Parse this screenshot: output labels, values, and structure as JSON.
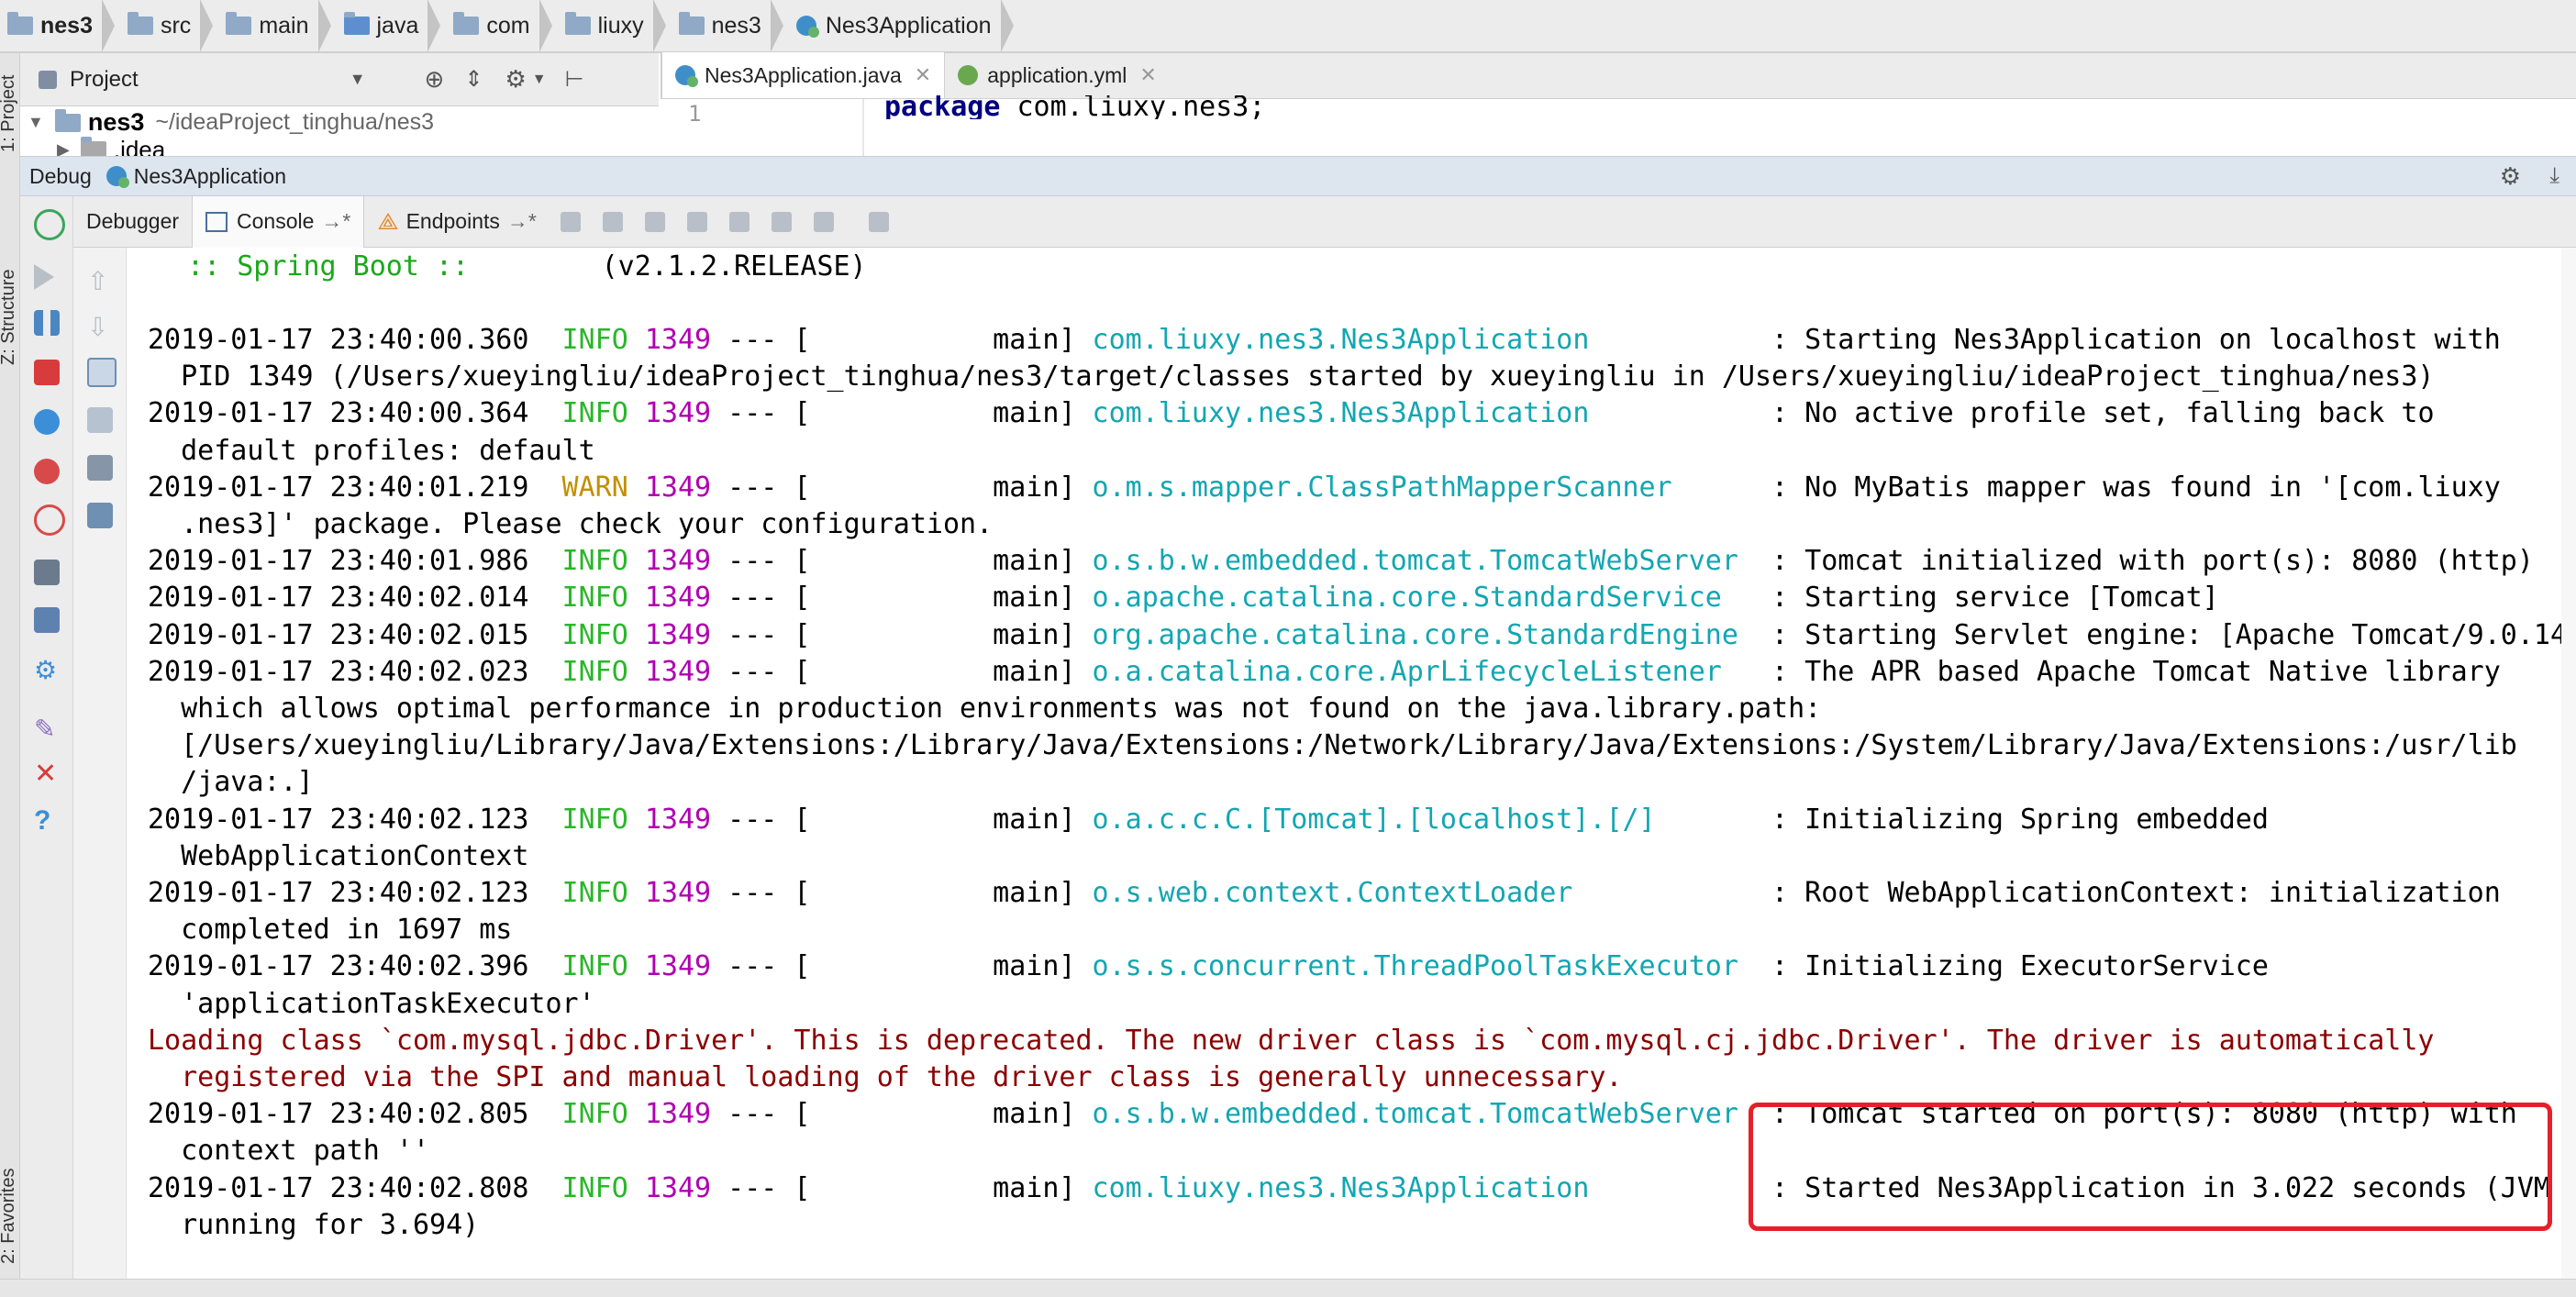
{
  "breadcrumb": [
    "nes3",
    "src",
    "main",
    "java",
    "com",
    "liuxy",
    "nes3",
    "Nes3Application"
  ],
  "project_panel": {
    "title": "Project",
    "root_name": "nes3",
    "root_path": "~/ideaProject_tinghua/nes3",
    "child": ".idea"
  },
  "left_strip": {
    "project": "1: Project",
    "structure": "Z: Structure",
    "favorites": "2: Favorites"
  },
  "editor_tabs": [
    {
      "label": "Nes3Application.java",
      "active": true
    },
    {
      "label": "application.yml",
      "active": false
    }
  ],
  "editor": {
    "line_number": "1",
    "code_keyword": "package",
    "code_rest": " com.liuxy.nes3;"
  },
  "debug_bar": {
    "label": "Debug",
    "config": "Nes3Application"
  },
  "debug_tabs": [
    {
      "label": "Debugger",
      "active": false
    },
    {
      "label": "Console",
      "active": true
    },
    {
      "label": "Endpoints",
      "active": false
    }
  ],
  "console_lines": [
    {
      "segs": [
        {
          "t": " \\\\/  ___)| |_)| | | | | || (_| |  ) ) ) )",
          "c": ""
        }
      ]
    },
    {
      "segs": [
        {
          "t": "  '  |____| .__|_| |_|_| |_\\__, | / / / /",
          "c": ""
        }
      ]
    },
    {
      "segs": [
        {
          "t": " =========|_|==============|___/=/_/_/_/",
          "c": ""
        }
      ]
    },
    {
      "segs": [
        {
          "t": " :: Spring Boot ::",
          "c": "boot"
        },
        {
          "t": "        (v2.1.2.RELEASE)",
          "c": ""
        }
      ]
    },
    {
      "segs": [
        {
          "t": "",
          "c": ""
        }
      ]
    },
    {
      "segs": [
        {
          "t": "2019-01-17 23:40:00.360  ",
          "c": ""
        },
        {
          "t": "INFO",
          "c": "info"
        },
        {
          "t": " ",
          "c": ""
        },
        {
          "t": "1349",
          "c": "pid"
        },
        {
          "t": " --- [           main] ",
          "c": ""
        },
        {
          "t": "com.liuxy.nes3.Nes3Application          ",
          "c": "logger"
        },
        {
          "t": " : Starting Nes3Application on localhost with",
          "c": ""
        }
      ]
    },
    {
      "segs": [
        {
          "t": "  PID 1349 (/Users/xueyingliu/ideaProject_tinghua/nes3/target/classes started by xueyingliu in /Users/xueyingliu/ideaProject_tinghua/nes3)",
          "c": ""
        }
      ]
    },
    {
      "segs": [
        {
          "t": "2019-01-17 23:40:00.364  ",
          "c": ""
        },
        {
          "t": "INFO",
          "c": "info"
        },
        {
          "t": " ",
          "c": ""
        },
        {
          "t": "1349",
          "c": "pid"
        },
        {
          "t": " --- [           main] ",
          "c": ""
        },
        {
          "t": "com.liuxy.nes3.Nes3Application          ",
          "c": "logger"
        },
        {
          "t": " : No active profile set, falling back to",
          "c": ""
        }
      ]
    },
    {
      "segs": [
        {
          "t": "  default profiles: default",
          "c": ""
        }
      ]
    },
    {
      "segs": [
        {
          "t": "2019-01-17 23:40:01.219  ",
          "c": ""
        },
        {
          "t": "WARN",
          "c": "warn"
        },
        {
          "t": " ",
          "c": ""
        },
        {
          "t": "1349",
          "c": "pid"
        },
        {
          "t": " --- [           main] ",
          "c": ""
        },
        {
          "t": "o.m.s.mapper.ClassPathMapperScanner     ",
          "c": "logger"
        },
        {
          "t": " : No MyBatis mapper was found in '[com.liuxy",
          "c": ""
        }
      ]
    },
    {
      "segs": [
        {
          "t": "  .nes3]' package. Please check your configuration.",
          "c": ""
        }
      ]
    },
    {
      "segs": [
        {
          "t": "2019-01-17 23:40:01.986  ",
          "c": ""
        },
        {
          "t": "INFO",
          "c": "info"
        },
        {
          "t": " ",
          "c": ""
        },
        {
          "t": "1349",
          "c": "pid"
        },
        {
          "t": " --- [           main] ",
          "c": ""
        },
        {
          "t": "o.s.b.w.embedded.tomcat.TomcatWebServer ",
          "c": "logger"
        },
        {
          "t": " : Tomcat initialized with port(s): 8080 (http)",
          "c": ""
        }
      ]
    },
    {
      "segs": [
        {
          "t": "2019-01-17 23:40:02.014  ",
          "c": ""
        },
        {
          "t": "INFO",
          "c": "info"
        },
        {
          "t": " ",
          "c": ""
        },
        {
          "t": "1349",
          "c": "pid"
        },
        {
          "t": " --- [           main] ",
          "c": ""
        },
        {
          "t": "o.apache.catalina.core.StandardService  ",
          "c": "logger"
        },
        {
          "t": " : Starting service [Tomcat]",
          "c": ""
        }
      ]
    },
    {
      "segs": [
        {
          "t": "2019-01-17 23:40:02.015  ",
          "c": ""
        },
        {
          "t": "INFO",
          "c": "info"
        },
        {
          "t": " ",
          "c": ""
        },
        {
          "t": "1349",
          "c": "pid"
        },
        {
          "t": " --- [           main] ",
          "c": ""
        },
        {
          "t": "org.apache.catalina.core.StandardEngine ",
          "c": "logger"
        },
        {
          "t": " : Starting Servlet engine: [Apache Tomcat/9.0.14]",
          "c": ""
        }
      ]
    },
    {
      "segs": [
        {
          "t": "2019-01-17 23:40:02.023  ",
          "c": ""
        },
        {
          "t": "INFO",
          "c": "info"
        },
        {
          "t": " ",
          "c": ""
        },
        {
          "t": "1349",
          "c": "pid"
        },
        {
          "t": " --- [           main] ",
          "c": ""
        },
        {
          "t": "o.a.catalina.core.AprLifecycleListener  ",
          "c": "logger"
        },
        {
          "t": " : The APR based Apache Tomcat Native library",
          "c": ""
        }
      ]
    },
    {
      "segs": [
        {
          "t": "  which allows optimal performance in production environments was not found on the java.library.path:",
          "c": ""
        }
      ]
    },
    {
      "segs": [
        {
          "t": "  [/Users/xueyingliu/Library/Java/Extensions:/Library/Java/Extensions:/Network/Library/Java/Extensions:/System/Library/Java/Extensions:/usr/lib",
          "c": ""
        }
      ]
    },
    {
      "segs": [
        {
          "t": "  /java:.]",
          "c": ""
        }
      ]
    },
    {
      "segs": [
        {
          "t": "2019-01-17 23:40:02.123  ",
          "c": ""
        },
        {
          "t": "INFO",
          "c": "info"
        },
        {
          "t": " ",
          "c": ""
        },
        {
          "t": "1349",
          "c": "pid"
        },
        {
          "t": " --- [           main] ",
          "c": ""
        },
        {
          "t": "o.a.c.c.C.[Tomcat].[localhost].[/]      ",
          "c": "logger"
        },
        {
          "t": " : Initializing Spring embedded",
          "c": ""
        }
      ]
    },
    {
      "segs": [
        {
          "t": "  WebApplicationContext",
          "c": ""
        }
      ]
    },
    {
      "segs": [
        {
          "t": "2019-01-17 23:40:02.123  ",
          "c": ""
        },
        {
          "t": "INFO",
          "c": "info"
        },
        {
          "t": " ",
          "c": ""
        },
        {
          "t": "1349",
          "c": "pid"
        },
        {
          "t": " --- [           main] ",
          "c": ""
        },
        {
          "t": "o.s.web.context.ContextLoader           ",
          "c": "logger"
        },
        {
          "t": " : Root WebApplicationContext: initialization",
          "c": ""
        }
      ]
    },
    {
      "segs": [
        {
          "t": "  completed in 1697 ms",
          "c": ""
        }
      ]
    },
    {
      "segs": [
        {
          "t": "2019-01-17 23:40:02.396  ",
          "c": ""
        },
        {
          "t": "INFO",
          "c": "info"
        },
        {
          "t": " ",
          "c": ""
        },
        {
          "t": "1349",
          "c": "pid"
        },
        {
          "t": " --- [           main] ",
          "c": ""
        },
        {
          "t": "o.s.s.concurrent.ThreadPoolTaskExecutor ",
          "c": "logger"
        },
        {
          "t": " : Initializing ExecutorService",
          "c": ""
        }
      ]
    },
    {
      "segs": [
        {
          "t": "  'applicationTaskExecutor'",
          "c": ""
        }
      ]
    },
    {
      "segs": [
        {
          "t": "Loading class `com.mysql.jdbc.Driver'. This is deprecated. The new driver class is `com.mysql.cj.jdbc.Driver'. The driver is automatically",
          "c": "err"
        }
      ]
    },
    {
      "segs": [
        {
          "t": "  registered via the SPI and manual loading of the driver class is generally unnecessary.",
          "c": "err"
        }
      ]
    },
    {
      "segs": [
        {
          "t": "2019-01-17 23:40:02.805  ",
          "c": ""
        },
        {
          "t": "INFO",
          "c": "info"
        },
        {
          "t": " ",
          "c": ""
        },
        {
          "t": "1349",
          "c": "pid"
        },
        {
          "t": " --- [           main] ",
          "c": ""
        },
        {
          "t": "o.s.b.w.embedded.tomcat.TomcatWebServer ",
          "c": "logger"
        },
        {
          "t": " : Tomcat started on port(s): 8080 (http) with",
          "c": ""
        }
      ]
    },
    {
      "segs": [
        {
          "t": "  context path ''",
          "c": ""
        }
      ]
    },
    {
      "segs": [
        {
          "t": "2019-01-17 23:40:02.808  ",
          "c": ""
        },
        {
          "t": "INFO",
          "c": "info"
        },
        {
          "t": " ",
          "c": ""
        },
        {
          "t": "1349",
          "c": "pid"
        },
        {
          "t": " --- [           main] ",
          "c": ""
        },
        {
          "t": "com.liuxy.nes3.Nes3Application          ",
          "c": "logger"
        },
        {
          "t": " : Started Nes3Application in 3.022 seconds (JVM",
          "c": ""
        }
      ]
    },
    {
      "segs": [
        {
          "t": "  running for 3.694)",
          "c": ""
        }
      ]
    }
  ],
  "colors": {
    "info": "#29b729",
    "warn": "#c48f00",
    "pid": "#b000b0",
    "logger": "#12a6b2",
    "error_text": "#8b0000",
    "highlight": "#e5202a"
  }
}
